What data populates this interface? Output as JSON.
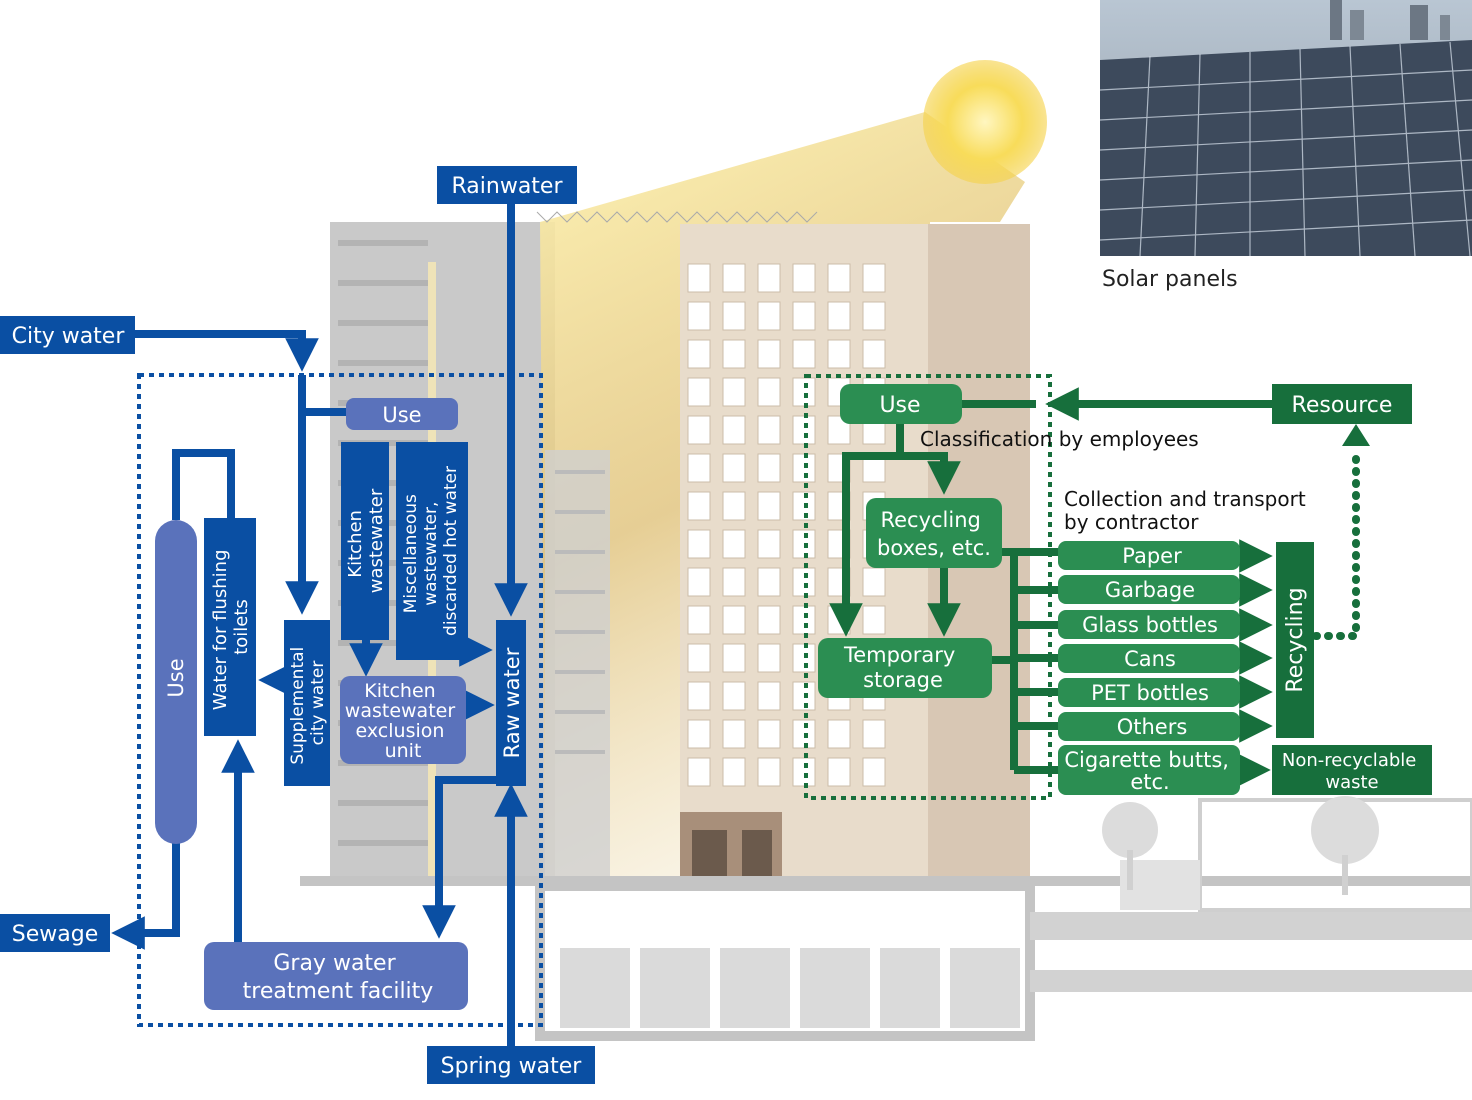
{
  "colors": {
    "water_dark": "#0a4fa3",
    "water_light": "#5a72bb",
    "waste_dark": "#176f3c",
    "waste_mid": "#2b8e52",
    "building": "#c9c9c9",
    "sun": "#f5d24a"
  },
  "photo": {
    "caption": "Solar panels",
    "icon": "solar-panel-photo"
  },
  "water": {
    "rainwater": "Rainwater",
    "city_water": "City water",
    "sewage": "Sewage",
    "spring_water": "Spring water",
    "use_top": "Use",
    "kitchen_wastewater": [
      "Kitchen",
      "wastewater"
    ],
    "misc_wastewater": [
      "Miscellaneous",
      "wastewater,",
      "discarded hot water"
    ],
    "supplemental": [
      "Supplemental",
      "city water"
    ],
    "flushing": [
      "Water for flushing",
      "toilets"
    ],
    "use_left": "Use",
    "exclusion_unit": [
      "Kitchen",
      "wastewater",
      "exclusion",
      "unit"
    ],
    "raw_water": "Raw water",
    "gray_water": [
      "Gray water",
      "treatment facility"
    ]
  },
  "waste": {
    "use": "Use",
    "resource": "Resource",
    "classification": "Classification by employees",
    "recycling_boxes": [
      "Recycling",
      "boxes, etc."
    ],
    "temporary_storage": [
      "Temporary",
      "storage"
    ],
    "collection": [
      "Collection and transport",
      "by contractor"
    ],
    "items": [
      "Paper",
      "Garbage",
      "Glass bottles",
      "Cans",
      "PET bottles",
      "Others"
    ],
    "cigarette": [
      "Cigarette butts,",
      "etc."
    ],
    "recycling": "Recycling",
    "non_recyclable": [
      "Non-recyclable",
      "waste"
    ]
  }
}
